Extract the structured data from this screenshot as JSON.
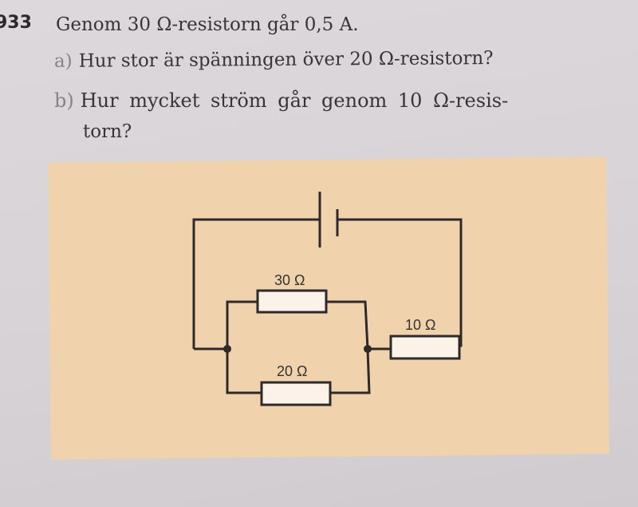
{
  "problem": {
    "number": "933",
    "statement": "Genom 30 Ω-resistorn går 0,5 A.",
    "parts": [
      {
        "label": "a)",
        "text": "Hur stor är spänningen över 20 Ω-resistorn?"
      },
      {
        "label": "b)",
        "text": "Hur mycket ström går genom 10 Ω-resis-",
        "continuation": "torn?"
      }
    ]
  },
  "circuit": {
    "resistors": [
      {
        "label": "30 Ω"
      },
      {
        "label": "20 Ω"
      },
      {
        "label": "10 Ω"
      }
    ],
    "colors": {
      "background": "#f0d3ad",
      "wire": "#2e2a2a",
      "resistor_fill": "#fbf3ea"
    }
  }
}
